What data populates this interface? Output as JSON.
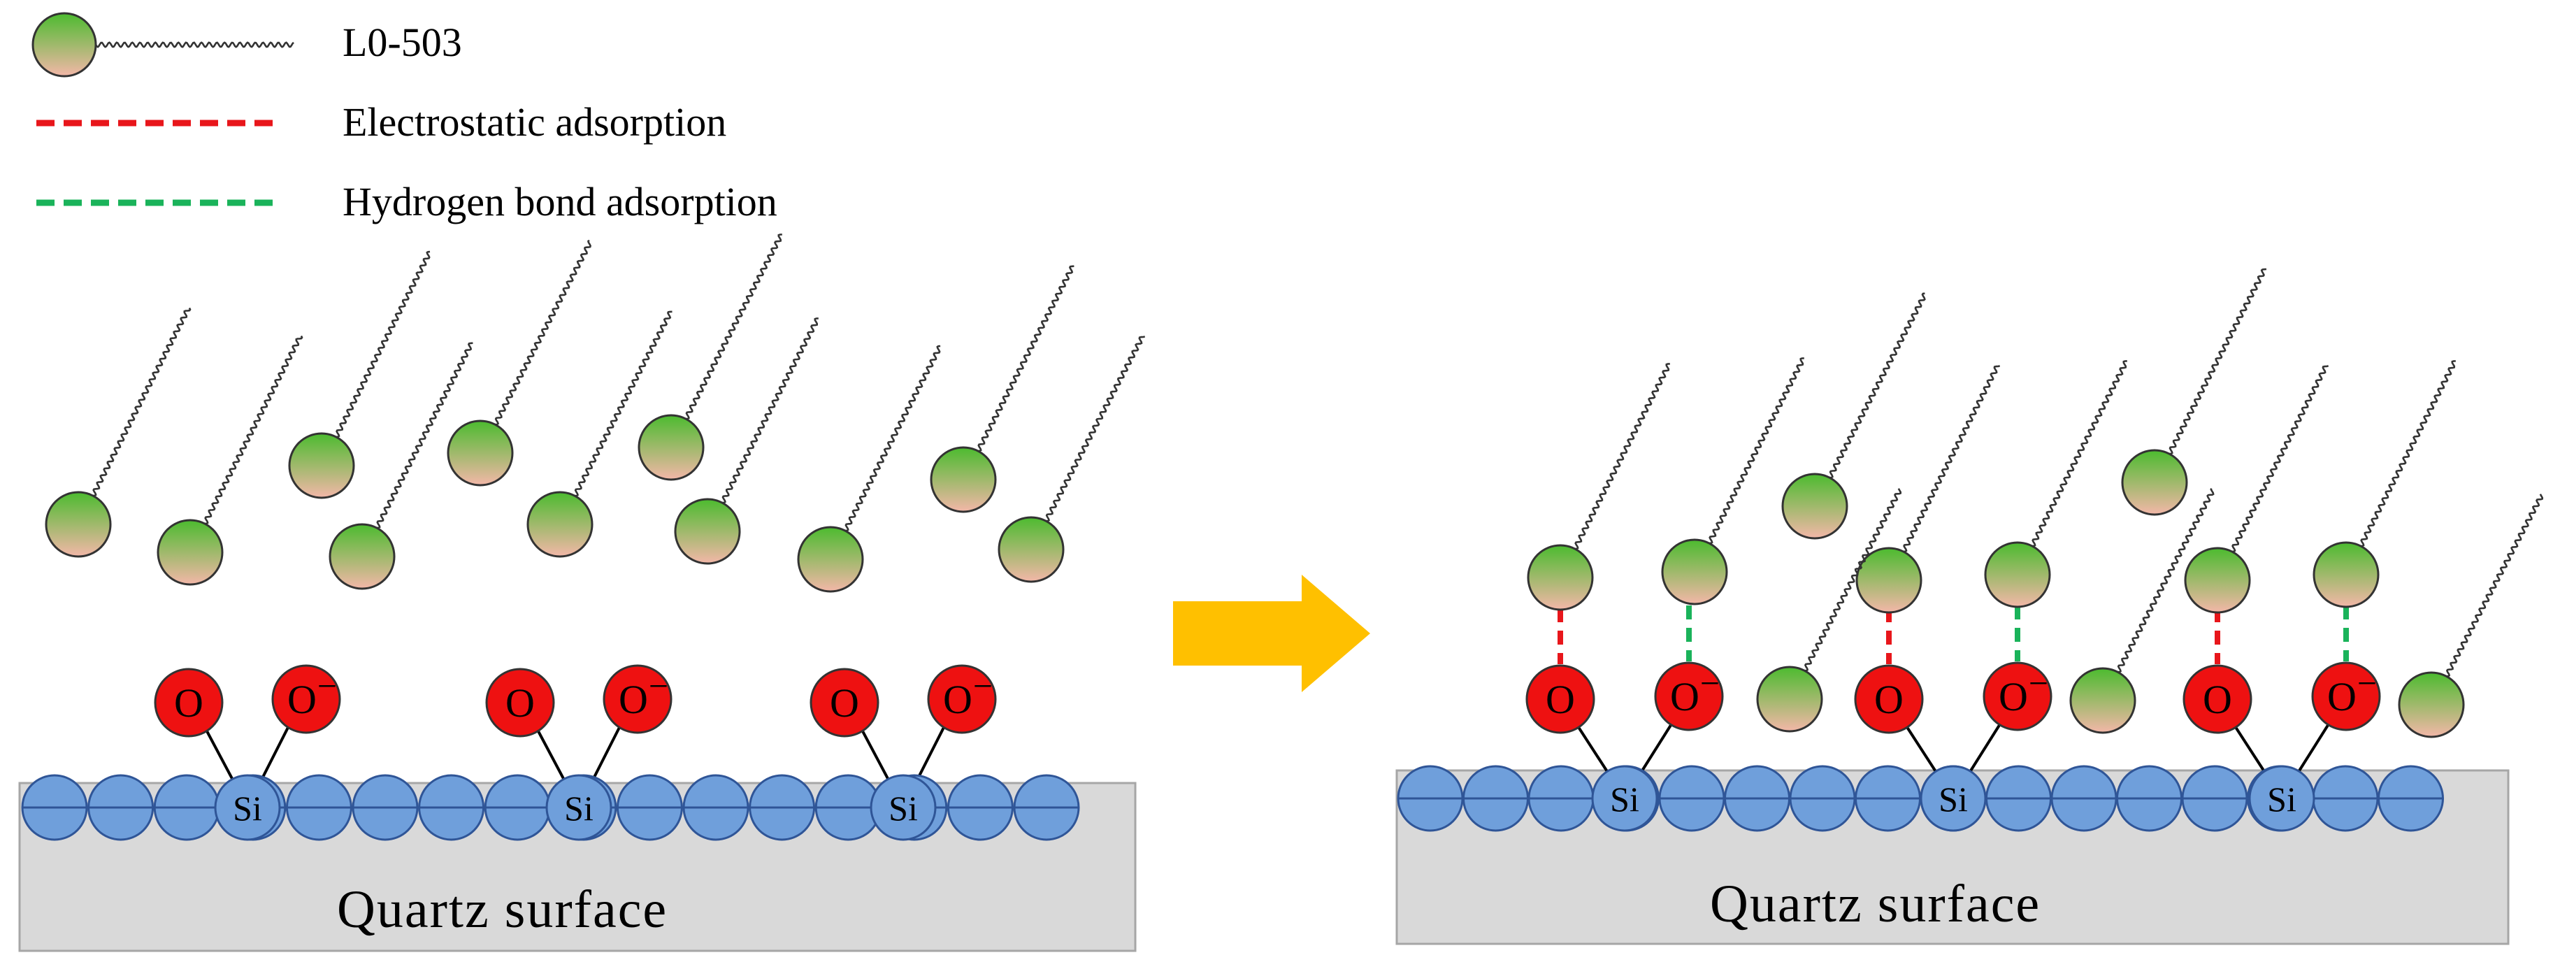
{
  "legend": {
    "molecule_label": "L0-503",
    "electrostatic_label": "Electrostatic adsorption",
    "hydrogen_label": "Hydrogen bond adsorption"
  },
  "colors": {
    "electrostatic_line": "#e8161b",
    "hydrogen_line": "#1ab35a",
    "oxygen": "#ee1111",
    "surface_bead": "#6f9fdb",
    "surface_slab": "#d9d9d9",
    "arrow": "#ffc000",
    "head_top": "#4cbb2f",
    "head_bottom": "#f3b7a8"
  },
  "left_panel": {
    "surface_label": "Quartz surface",
    "silicon_label": "Si",
    "oxygen_neutral_label": "O",
    "oxygen_anion_label": "O",
    "anion_charge_symbol": "−"
  },
  "right_panel": {
    "surface_label": "Quartz surface",
    "silicon_label": "Si",
    "oxygen_neutral_label": "O",
    "oxygen_anion_label": "O",
    "anion_charge_symbol": "−"
  },
  "icons": {
    "molecule": "l0-503-molecule-icon",
    "process_arrow": "right-arrow-icon"
  }
}
